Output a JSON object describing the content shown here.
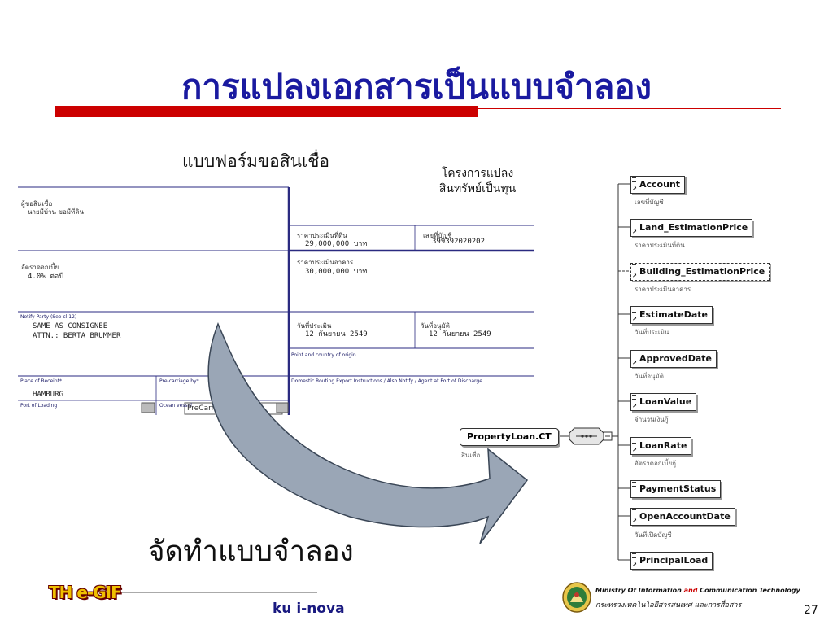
{
  "slide": {
    "title": "การแปลงเอกสารเป็นแบบจำลอง",
    "action_label": "จัดทำแบบจำลอง",
    "page_number": "27"
  },
  "form": {
    "title": "แบบฟอร์มขอสินเชื่อ",
    "note_line1": "โครงการแปลง",
    "note_line2": "สินทรัพย์เป็นทุน",
    "borrower_label": "ผู้ขอสินเชื่อ",
    "borrower_value": "นายมีบ้าน ขอมีที่ดิน",
    "land_price_label": "ราคาประเมินที่ดิน",
    "land_price_value": "29,000,000 บาท",
    "account_label": "เลขที่บัญชี",
    "account_value": "399392020202",
    "rate_label": "อัตราดอกเบี้ย",
    "rate_value": "4.0% ต่อปี",
    "building_price_label": "ราคาประเมินอาคาร",
    "building_price_value": "30,000,000 บาท",
    "notify_label": "Notify Party (See cl.12)",
    "notify_line1": "SAME AS CONSIGNEE",
    "notify_line2": "ATTN.: BERTA BRUMMER",
    "estimate_date_label": "วันที่ประเมิน",
    "estimate_date_value": "12 กันยายน 2549",
    "approve_date_label": "วันที่อนุมัติ",
    "approve_date_value": "12 กันยายน 2549",
    "origin_label": "Point and country of origin",
    "receipt_label": "Place of Receipt*",
    "precarriage_label": "Pre-carriage by*",
    "routing_label": "Domestic Routing Export Instructions / Also Notify / Agent at Port of Discharge",
    "receipt_value": "HAMBURG",
    "loading_label": "Port of Loading",
    "vessel_label": "Ocean vessel",
    "precarriage_box": "PreCarriage"
  },
  "schema": {
    "root_label": "PropertyLoan.CT",
    "root_sub": "สินเชื่อ",
    "elements": [
      {
        "name": "Account",
        "sub": "เลขที่บัญชี"
      },
      {
        "name": "Land_EstimationPrice",
        "sub": "ราคาประเมินที่ดิน"
      },
      {
        "name": "Building_EstimationPrice",
        "sub": "ราคาประเมินอาคาร"
      },
      {
        "name": "EstimateDate",
        "sub": "วันที่ประเมิน"
      },
      {
        "name": "ApprovedDate",
        "sub": "วันที่อนุมัติ"
      },
      {
        "name": "LoanValue",
        "sub": "จำนวนเงินกู้"
      },
      {
        "name": "LoanRate",
        "sub": "อัตราดอกเบี้ยกู้"
      },
      {
        "name": "PaymentStatus",
        "sub": ""
      },
      {
        "name": "OpenAccountDate",
        "sub": "วันที่เปิดบัญชี"
      },
      {
        "name": "PrincipalLoad",
        "sub": ""
      }
    ]
  },
  "footer": {
    "logo_text": "TH e-GIF",
    "center_text": "ku i-nova",
    "ministry_en_prefix": "Ministry Of Information ",
    "ministry_en_and": "and",
    "ministry_en_suffix": " Communication Technology",
    "ministry_th": "กระทรวงเทคโนโลยีสารสนเทศ และการสื่อสาร"
  },
  "colors": {
    "title": "#1a1aa0",
    "accent_red": "#cc0000",
    "arrow_fill": "#9aa6b6",
    "form_frame": "#2a2a80"
  }
}
